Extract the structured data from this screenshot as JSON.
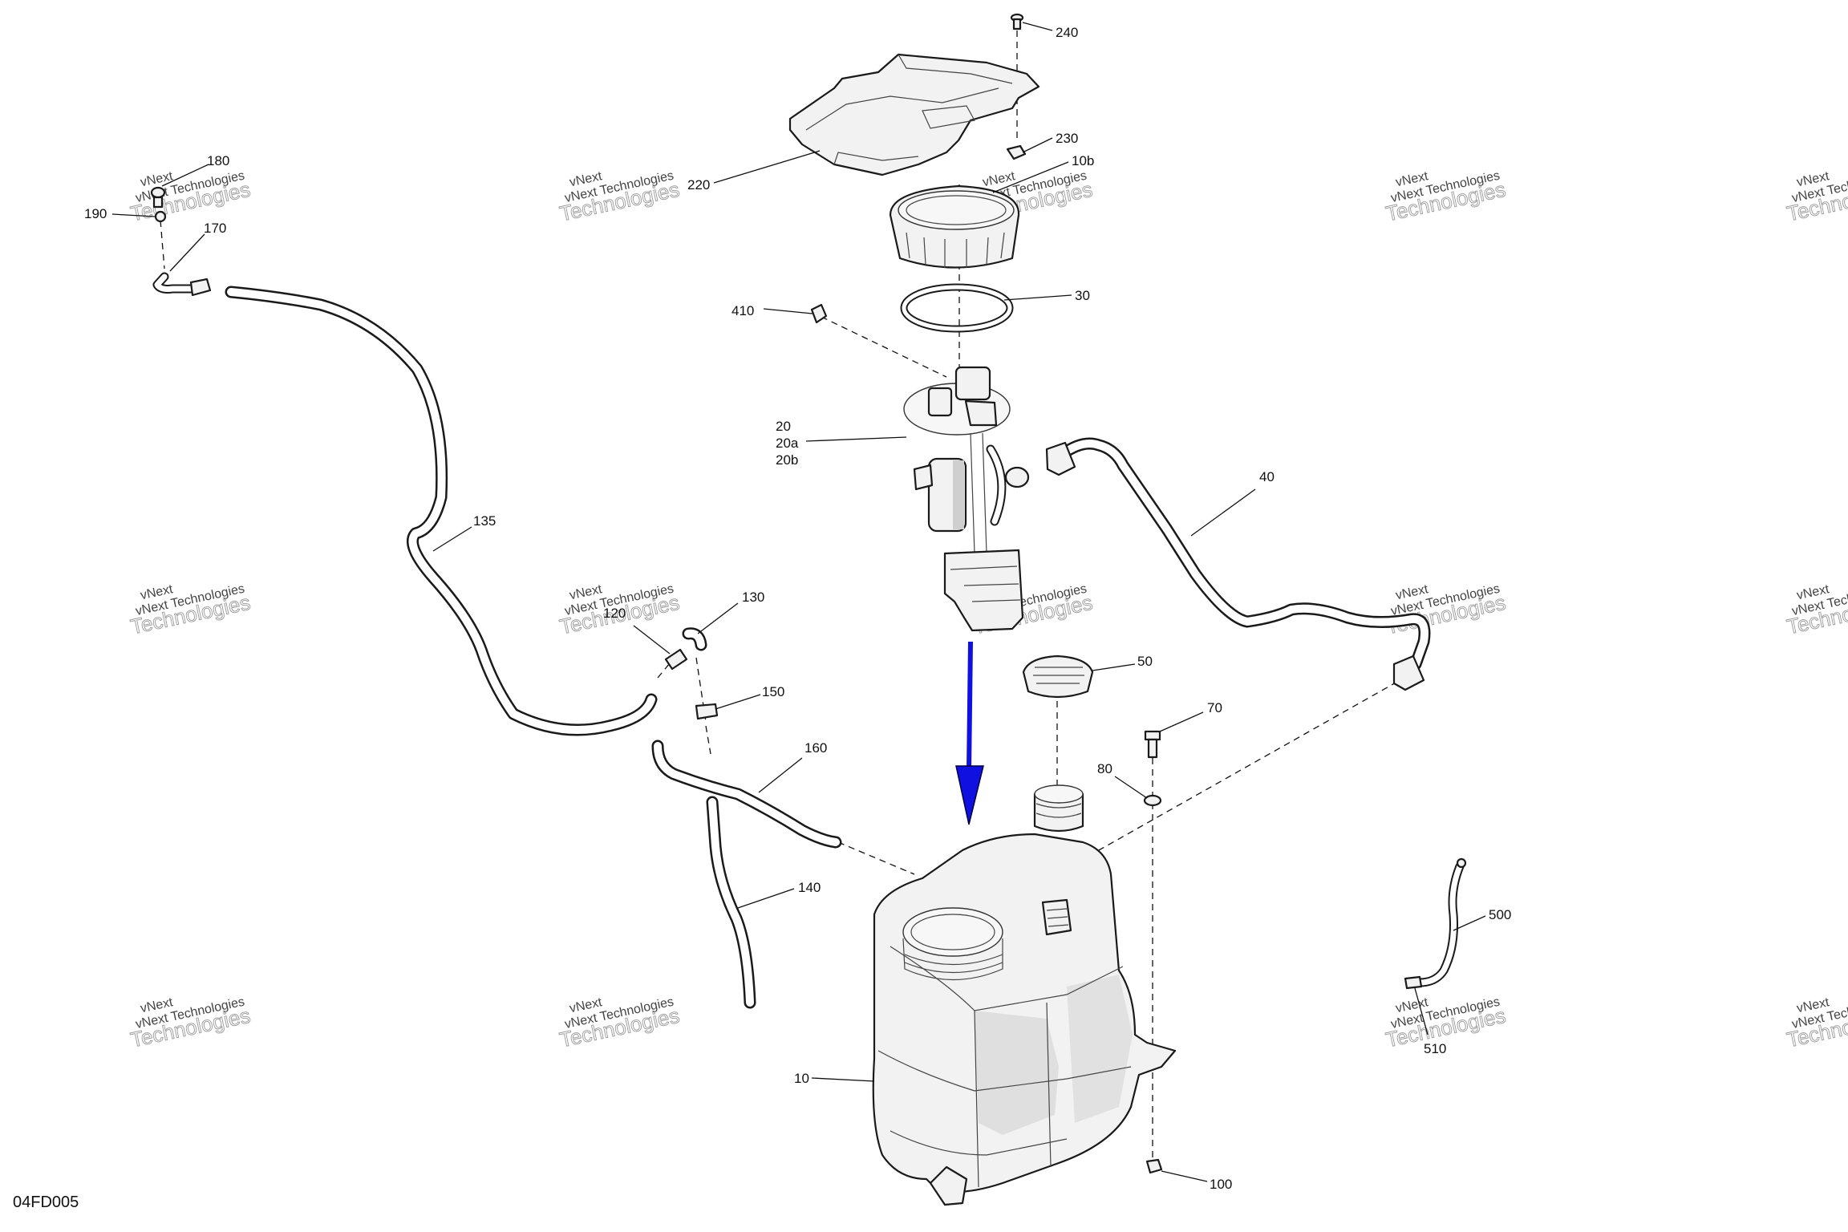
{
  "figure_ref": "04FD005",
  "watermark": {
    "line1": "vNext Technologies",
    "line2": "vNext",
    "line3": "Technologies"
  },
  "callouts": {
    "c240": "240",
    "c230": "230",
    "c220": "220",
    "c10b": "10b",
    "c30": "30",
    "c410": "410",
    "c20": "20",
    "c20a": "20a",
    "c20b": "20b",
    "c40": "40",
    "c180": "180",
    "c190": "190",
    "c170": "170",
    "c135": "135",
    "c120": "120",
    "c130": "130",
    "c150": "150",
    "c160": "160",
    "c140": "140",
    "c50": "50",
    "c70": "70",
    "c80": "80",
    "c10": "10",
    "c100": "100",
    "c500": "500",
    "c510": "510"
  },
  "colors": {
    "arrow": "#1010e0",
    "line": "#111111"
  }
}
